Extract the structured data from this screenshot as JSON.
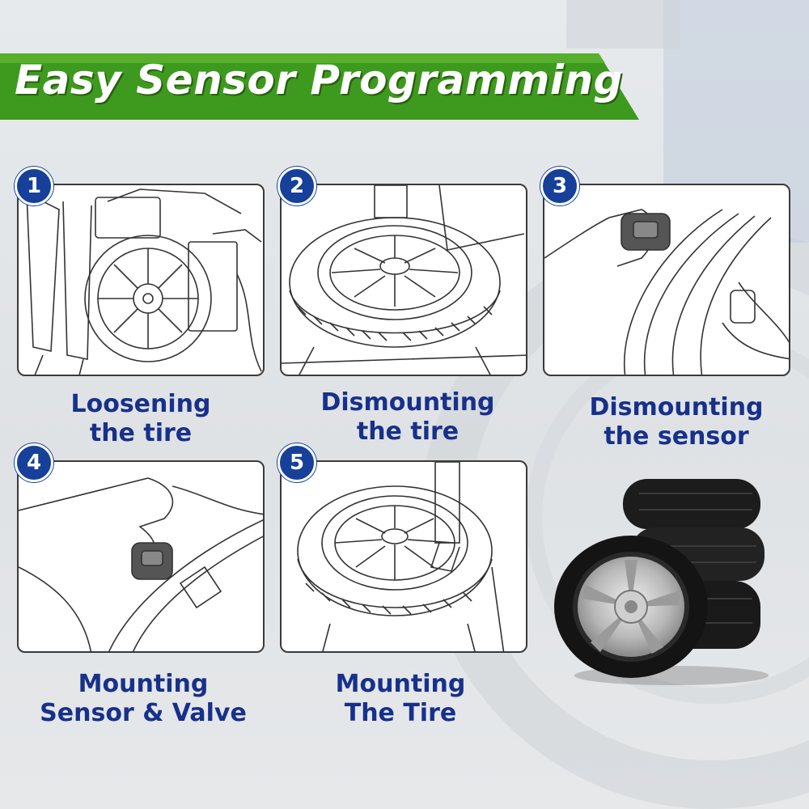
{
  "banner": {
    "title": "Easy Sensor Programming",
    "color": "#3d9a1e"
  },
  "accent_color": "#16409a",
  "steps": [
    {
      "number": "1",
      "line1": "Loosening",
      "line2": "the tire",
      "icon": "tire-changer-illustration"
    },
    {
      "number": "2",
      "line1": "Dismounting",
      "line2": "the tire",
      "icon": "tire-on-machine-illustration"
    },
    {
      "number": "3",
      "line1": "Dismounting",
      "line2": "the sensor",
      "icon": "sensor-removal-illustration"
    },
    {
      "number": "4",
      "line1": "Mounting",
      "line2": "Sensor & Valve",
      "icon": "sensor-mount-illustration"
    },
    {
      "number": "5",
      "line1": "Mounting",
      "line2": "The Tire",
      "icon": "tire-mount-illustration"
    }
  ],
  "product_image": {
    "icon": "tire-stack-photo"
  }
}
